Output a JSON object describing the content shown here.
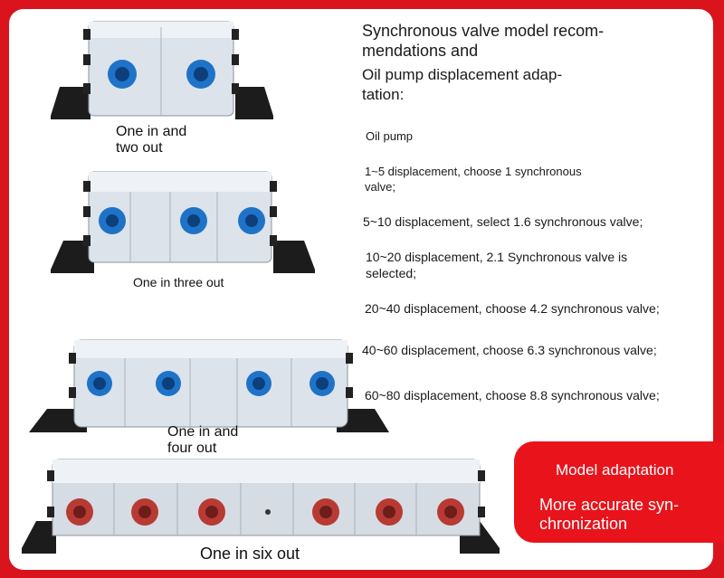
{
  "heading": {
    "line1": "Synchronous valve model recom-",
    "line2": "mendations and",
    "sub1": "Oil pump displacement adap-",
    "sub2": "tation:"
  },
  "list": {
    "intro": "Oil pump",
    "item1a": "1~5 displacement, choose 1 synchronous",
    "item1b": "valve;",
    "item2": "5~10 displacement, select 1.6 synchronous valve;",
    "item3a": "10~20 displacement, 2.1 Synchronous valve is",
    "item3b": "selected;",
    "item4": "20~40 displacement, choose 4.2 synchronous valve;",
    "item5": "40~60 displacement, choose 6.3 synchronous valve;",
    "item6": "60~80 displacement, choose 8.8 synchronous valve;"
  },
  "products": [
    {
      "caption": "One in and\ntwo out",
      "port_color": "#1e73c8"
    },
    {
      "caption": "One in three out",
      "port_color": "#1e73c8"
    },
    {
      "caption": "One in and\nfour out",
      "port_color": "#1e73c8"
    },
    {
      "caption": "One in six out",
      "port_color": "#b83a34"
    }
  ],
  "badge": {
    "title": "Model adaptation",
    "text": "More accurate syn-\nchronization"
  },
  "colors": {
    "accent": "#d9141c",
    "badge": "#e8131b"
  }
}
